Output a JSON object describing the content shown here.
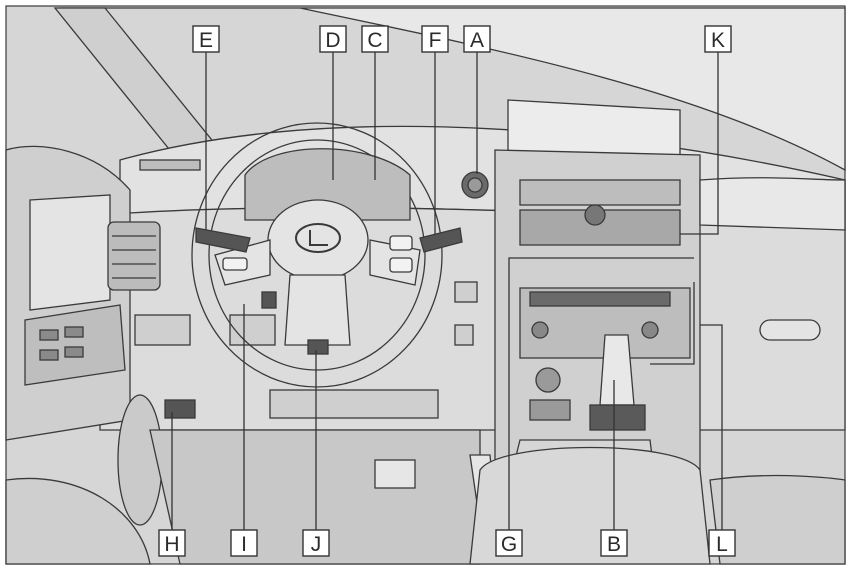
{
  "colors": {
    "background": "#d6d6d6",
    "line": "#3a3a3a",
    "panel": "#e6e6e6",
    "dark": "#5a5a5a",
    "label_box": "#ffffff"
  },
  "callouts": {
    "a": "A",
    "b": "B",
    "c": "C",
    "d": "D",
    "e": "E",
    "f": "F",
    "g": "G",
    "h": "H",
    "i": "I",
    "j": "J",
    "k": "K",
    "l": "L"
  },
  "icons": {
    "logo": "lexus-logo-icon"
  }
}
